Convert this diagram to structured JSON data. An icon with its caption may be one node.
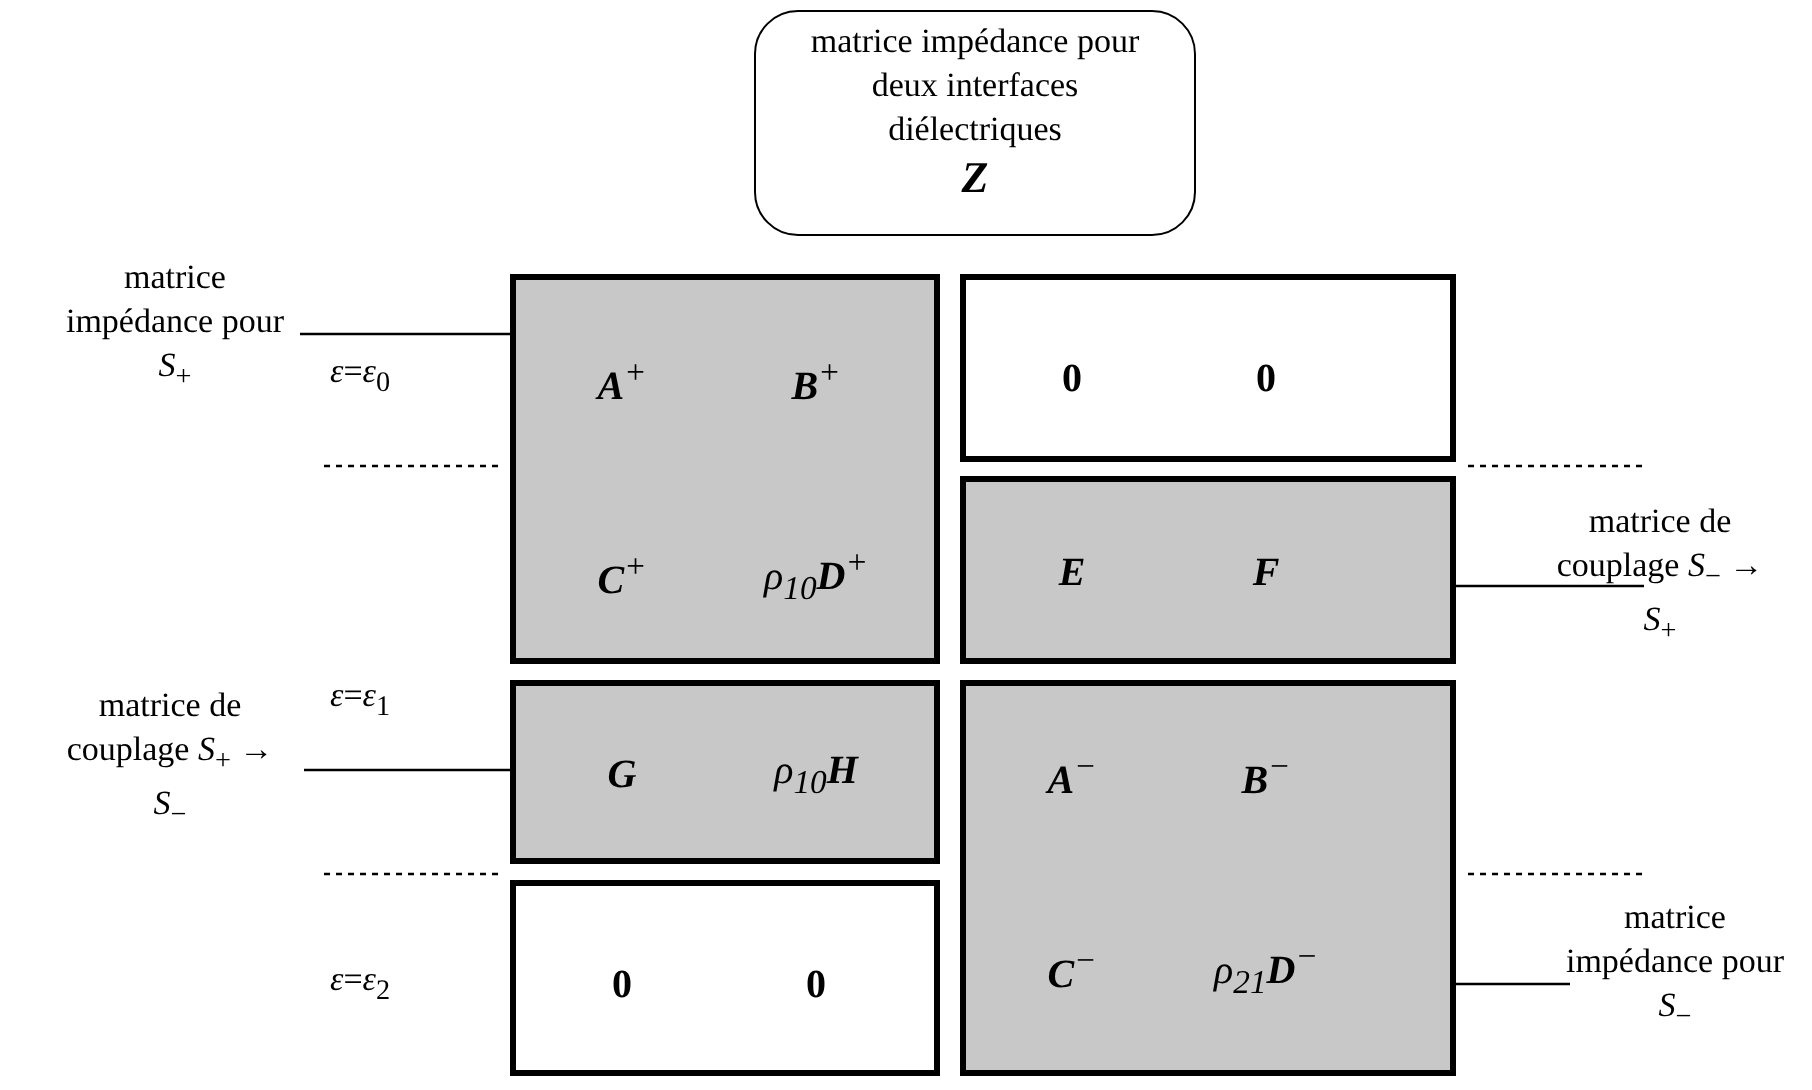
{
  "diagram": {
    "nodes": [
      {
        "text": [
          "matrice impédance pour deux interfaces diélectriques",
          "Z"
        ]
      },
      {
        "text": [
          "matrice impédance pour *S*$_{+}$"
        ]
      },
      {
        "text": [
          "**A**$^{+}$",
          "**B**$^{+}$",
          "**C**$^{+}$",
          "ρ$_{10}$**D**$^{+}$"
        ]
      },
      {
        "text": [
          "0",
          "0"
        ]
      },
      {
        "text": [
          "**E**",
          "**F**"
        ]
      },
      {
        "text": [
          "matrice de couplage *S*$_{−}$ → *S*$_{+}$"
        ]
      },
      {
        "text": [
          "matrice de couplage *S*$_{+}$ → *S*$_{−}$"
        ]
      },
      {
        "text": [
          "**G**",
          "ρ$_{10}$**H**"
        ]
      },
      {
        "text": [
          "**A**$^{−}$",
          "**B**$^{−}$",
          "**C**$^{−}$",
          "ρ$_{21}$**D**$^{−}$"
        ]
      },
      {
        "text": [
          "0",
          "0"
        ]
      },
      {
        "text": [
          "matrice impédance pour *S*$_{−}$"
        ]
      }
    ],
    "edges": [
      {
        "from": 1,
        "to": 2,
        "arrow": "none"
      },
      {
        "from": 5,
        "to": 4,
        "arrow": "none"
      },
      {
        "from": 6,
        "to": 7,
        "arrow": "none"
      },
      {
        "from": 10,
        "to": 8,
        "arrow": "none"
      }
    ],
    "labels": [
      "*ε*=*ε*$_{0}$",
      "*ε*=*ε*$_{1}$",
      "*ε*=*ε*$_{2}$"
    ]
  }
}
